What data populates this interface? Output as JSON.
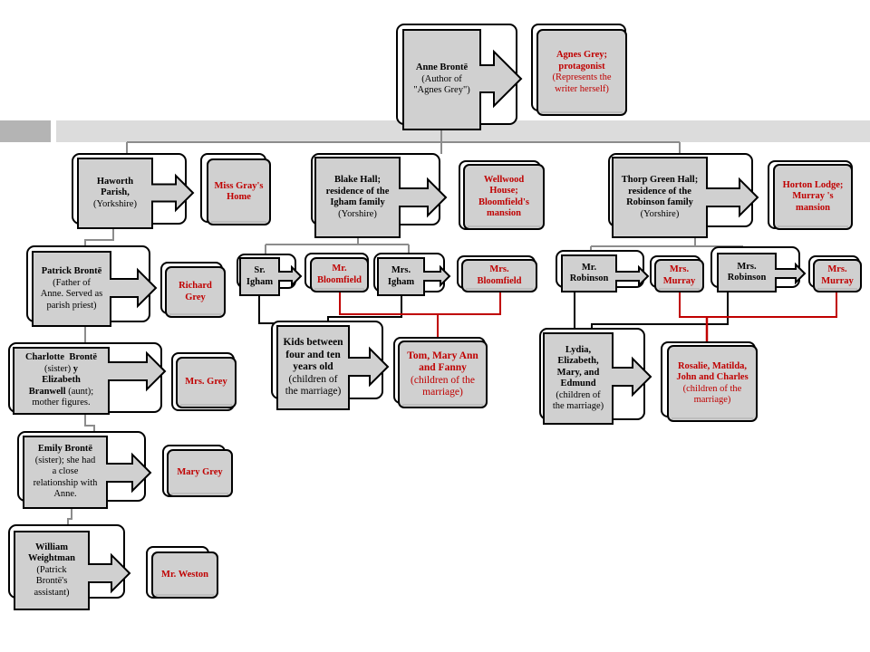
{
  "colors": {
    "box_fill": "#d0d0d0",
    "character_text": "#c00000",
    "connector_gray": "#8c8c8c",
    "connector_red": "#c00000",
    "band": "#dcdcdc"
  },
  "nodes": {
    "anne": {
      "person": [
        [
          {
            "t": "Anne Brontë",
            "b": true
          }
        ],
        [
          {
            "t": "(Author of",
            "b": false
          }
        ],
        [
          {
            "t": "\"Agnes Grey\")",
            "b": false
          }
        ]
      ],
      "character": [
        [
          {
            "t": "Agnes Grey;",
            "b": true
          }
        ],
        [
          {
            "t": "protagonist",
            "b": true
          }
        ],
        [
          {
            "t": "(Represents the",
            "b": false
          }
        ],
        [
          {
            "t": "writer herself)",
            "b": false
          }
        ]
      ]
    },
    "haworth": {
      "person": [
        [
          {
            "t": "Haworth",
            "b": true
          }
        ],
        [
          {
            "t": "Parish,",
            "b": true
          }
        ],
        [
          {
            "t": "(Yorkshire)",
            "b": false
          }
        ]
      ],
      "character": [
        [
          {
            "t": "Miss Gray's",
            "b": true
          }
        ],
        [
          {
            "t": "Home",
            "b": true
          }
        ]
      ]
    },
    "blake": {
      "person": [
        [
          {
            "t": "Blake Hall;",
            "b": true
          }
        ],
        [
          {
            "t": "residence of the",
            "b": true
          }
        ],
        [
          {
            "t": "Igham family",
            "b": true
          }
        ],
        [
          {
            "t": "(Yorshire)",
            "b": false
          }
        ]
      ],
      "character": [
        [
          {
            "t": "Wellwood",
            "b": true
          }
        ],
        [
          {
            "t": "House;",
            "b": true
          }
        ],
        [
          {
            "t": "Bloomfield's",
            "b": true
          }
        ],
        [
          {
            "t": "mansion",
            "b": true
          }
        ]
      ]
    },
    "thorp": {
      "person": [
        [
          {
            "t": "Thorp Green Hall;",
            "b": true
          }
        ],
        [
          {
            "t": "residence of the",
            "b": true
          }
        ],
        [
          {
            "t": "Robinson family",
            "b": true
          }
        ],
        [
          {
            "t": "(Yorshire)",
            "b": false
          }
        ]
      ],
      "character": [
        [
          {
            "t": "Horton Lodge;",
            "b": true
          }
        ],
        [
          {
            "t": "Murray 's",
            "b": true
          }
        ],
        [
          {
            "t": "mansion",
            "b": true
          }
        ]
      ]
    },
    "patrick": {
      "person": [
        [
          {
            "t": "Patrick Brontë",
            "b": true
          }
        ],
        [
          {
            "t": "(Father of",
            "b": false
          }
        ],
        [
          {
            "t": "Anne. Served as",
            "b": false
          }
        ],
        [
          {
            "t": "parish priest)",
            "b": false
          }
        ]
      ],
      "character": [
        [
          {
            "t": "Richard",
            "b": true
          }
        ],
        [
          {
            "t": "Grey",
            "b": true
          }
        ]
      ]
    },
    "charlotte": {
      "person": [
        [
          {
            "t": "Charlotte  Brontë",
            "b": true
          }
        ],
        [
          {
            "t": "(sister) ",
            "b": false
          },
          {
            "t": "y",
            "b": true
          }
        ],
        [
          {
            "t": "Elizabeth",
            "b": true
          }
        ],
        [
          {
            "t": "Branwell ",
            "b": true
          },
          {
            "t": "(aunt);",
            "b": false
          }
        ],
        [
          {
            "t": "mother figures.",
            "b": false
          }
        ]
      ],
      "character": [
        [
          {
            "t": "Mrs. Grey",
            "b": true
          }
        ]
      ]
    },
    "emily": {
      "person": [
        [
          {
            "t": "Emily Brontë",
            "b": true
          }
        ],
        [
          {
            "t": "(sister); she had",
            "b": false
          }
        ],
        [
          {
            "t": "a close",
            "b": false
          }
        ],
        [
          {
            "t": "relationship with",
            "b": false
          }
        ],
        [
          {
            "t": "Anne.",
            "b": false
          }
        ]
      ],
      "character": [
        [
          {
            "t": "Mary Grey",
            "b": true
          }
        ]
      ]
    },
    "william": {
      "person": [
        [
          {
            "t": "William",
            "b": true
          }
        ],
        [
          {
            "t": "Weightman",
            "b": true
          }
        ],
        [
          {
            "t": "(Patrick",
            "b": false
          }
        ],
        [
          {
            "t": "Brontë's",
            "b": false
          }
        ],
        [
          {
            "t": "assistant)",
            "b": false
          }
        ]
      ],
      "character": [
        [
          {
            "t": "Mr. Weston",
            "b": true
          }
        ]
      ]
    },
    "srigham": {
      "person": [
        [
          {
            "t": "Sr.",
            "b": true
          }
        ],
        [
          {
            "t": "Igham",
            "b": true
          }
        ]
      ],
      "character": [
        [
          {
            "t": "Mr.",
            "b": true
          }
        ],
        [
          {
            "t": "Bloomfield",
            "b": true
          }
        ]
      ]
    },
    "mrsigham": {
      "person": [
        [
          {
            "t": "Mrs.",
            "b": true
          }
        ],
        [
          {
            "t": "Igham",
            "b": true
          }
        ]
      ],
      "character": [
        [
          {
            "t": "Mrs.",
            "b": true
          }
        ],
        [
          {
            "t": "Bloomfield",
            "b": true
          }
        ]
      ]
    },
    "kids": {
      "person": [
        [
          {
            "t": "Kids between",
            "b": true
          }
        ],
        [
          {
            "t": "four and ten",
            "b": true
          }
        ],
        [
          {
            "t": "years old",
            "b": true
          }
        ],
        [
          {
            "t": "(children of",
            "b": false
          }
        ],
        [
          {
            "t": "the marriage)",
            "b": false
          }
        ]
      ],
      "character": [
        [
          {
            "t": "Tom, Mary Ann",
            "b": true
          }
        ],
        [
          {
            "t": "and Fanny",
            "b": true
          }
        ],
        [
          {
            "t": "(children of the",
            "b": false
          }
        ],
        [
          {
            "t": "marriage)",
            "b": false
          }
        ]
      ]
    },
    "mrrob": {
      "person": [
        [
          {
            "t": "Mr.",
            "b": true
          }
        ],
        [
          {
            "t": "Robinson",
            "b": true
          }
        ]
      ],
      "character": [
        [
          {
            "t": "Mrs.",
            "b": true
          }
        ],
        [
          {
            "t": "Murray",
            "b": true
          }
        ]
      ]
    },
    "mrsrob": {
      "person": [
        [
          {
            "t": "Mrs.",
            "b": true
          }
        ],
        [
          {
            "t": "Robinson",
            "b": true
          }
        ]
      ],
      "character": [
        [
          {
            "t": "Mrs.",
            "b": true
          }
        ],
        [
          {
            "t": "Murray",
            "b": true
          }
        ]
      ]
    },
    "lydia": {
      "person": [
        [
          {
            "t": "Lydia,",
            "b": true
          }
        ],
        [
          {
            "t": "Elizabeth,",
            "b": true
          }
        ],
        [
          {
            "t": "Mary, and",
            "b": true
          }
        ],
        [
          {
            "t": "Edmund",
            "b": true
          }
        ],
        [
          {
            "t": "(children of",
            "b": false
          }
        ],
        [
          {
            "t": "the marriage)",
            "b": false
          }
        ]
      ],
      "character": [
        [
          {
            "t": "Rosalie, Matilda,",
            "b": true
          }
        ],
        [
          {
            "t": "John and Charles",
            "b": true
          }
        ],
        [
          {
            "t": "(children of the",
            "b": false
          }
        ],
        [
          {
            "t": "marriage)",
            "b": false
          }
        ]
      ]
    }
  }
}
